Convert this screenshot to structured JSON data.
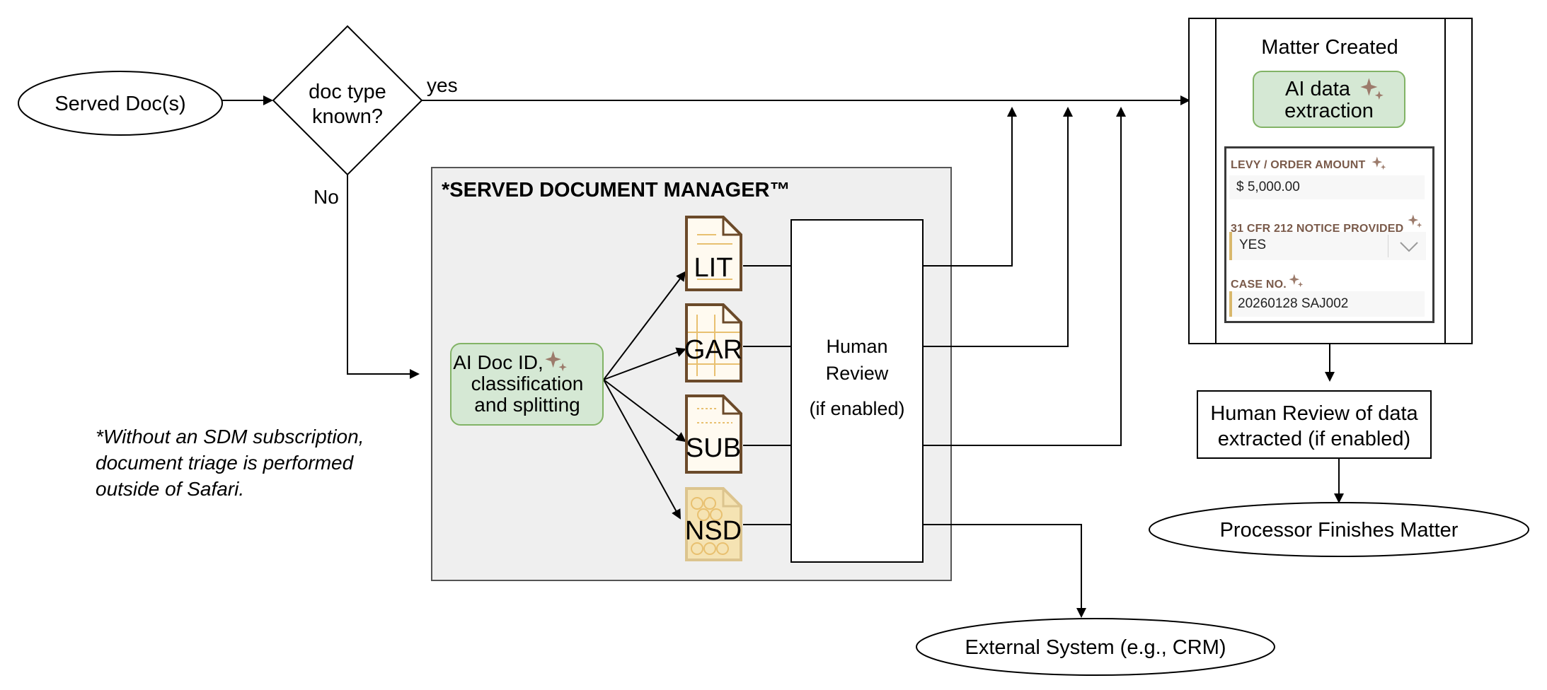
{
  "nodes": {
    "served_docs": "Served Doc(s)",
    "doc_type_known_line1": "doc type",
    "doc_type_known_line2": "known?",
    "yes_label": "yes",
    "no_label": "No",
    "sdm_title": "*SERVED DOCUMENT MANAGER™",
    "ai_doc_id_line1": "AI Doc ID,",
    "ai_doc_id_line2": "classification",
    "ai_doc_id_line3": "and splitting",
    "doc_types": [
      "LIT",
      "GAR",
      "SUB",
      "NSD"
    ],
    "human_review_line1": "Human",
    "human_review_line2": "Review",
    "human_review_line3": "(if enabled)",
    "matter_created": "Matter Created",
    "ai_data_line1": "AI data",
    "ai_data_line2": "extraction",
    "human_review_data_line1": "Human Review of data",
    "human_review_data_line2": "extracted (if enabled)",
    "processor_finishes": "Processor Finishes Matter",
    "external_system": "External System (e.g., CRM)"
  },
  "form": {
    "levy_label": "LEVY / ORDER AMOUNT",
    "levy_value": "$ 5,000.00",
    "notice_label": "31 CFR 212 NOTICE PROVIDED",
    "notice_value": "YES",
    "case_label": "CASE NO.",
    "case_value": "20260128 SAJ002"
  },
  "footnote": {
    "line1": "*Without an SDM subscription,",
    "line2": "document triage is performed",
    "line3": "outside of Safari."
  },
  "colors": {
    "green_fill": "#d5e8d4",
    "green_stroke": "#82b366",
    "sdm_fill": "#efefef",
    "doc_brown": "#6b4a2a",
    "doc_gold": "#e8c070",
    "sparkle": "#9c7b6b",
    "form_accent": "#d9b86c"
  },
  "icons": [
    "sparkle-icon",
    "chevron-down-icon",
    "document-icon"
  ]
}
